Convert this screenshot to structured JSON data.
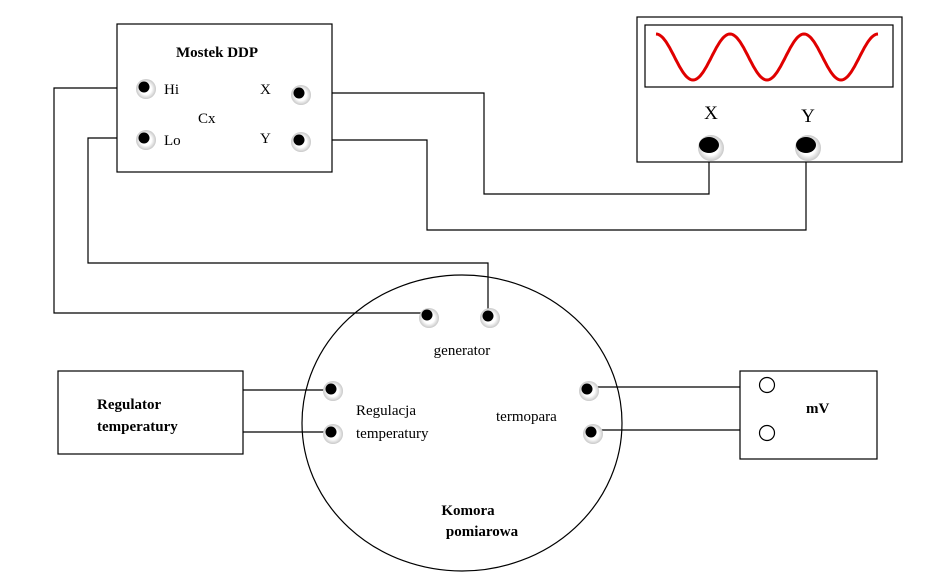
{
  "bridge": {
    "title": "Mostek DDP",
    "hi": "Hi",
    "lo": "Lo",
    "cx": "Cx",
    "x": "X",
    "y": "Y"
  },
  "oscilloscope": {
    "x": "X",
    "y": "Y",
    "trace_color": "#e00000"
  },
  "chamber": {
    "title_line1": "Komora",
    "title_line2": "pomiarowa",
    "generator": "generator",
    "regulation_line1": "Regulacja",
    "regulation_line2": "temperatury",
    "thermocouple": "termopara"
  },
  "regulator": {
    "line1": "Regulator",
    "line2": "temperatury"
  },
  "millivoltmeter": {
    "label": "mV"
  }
}
